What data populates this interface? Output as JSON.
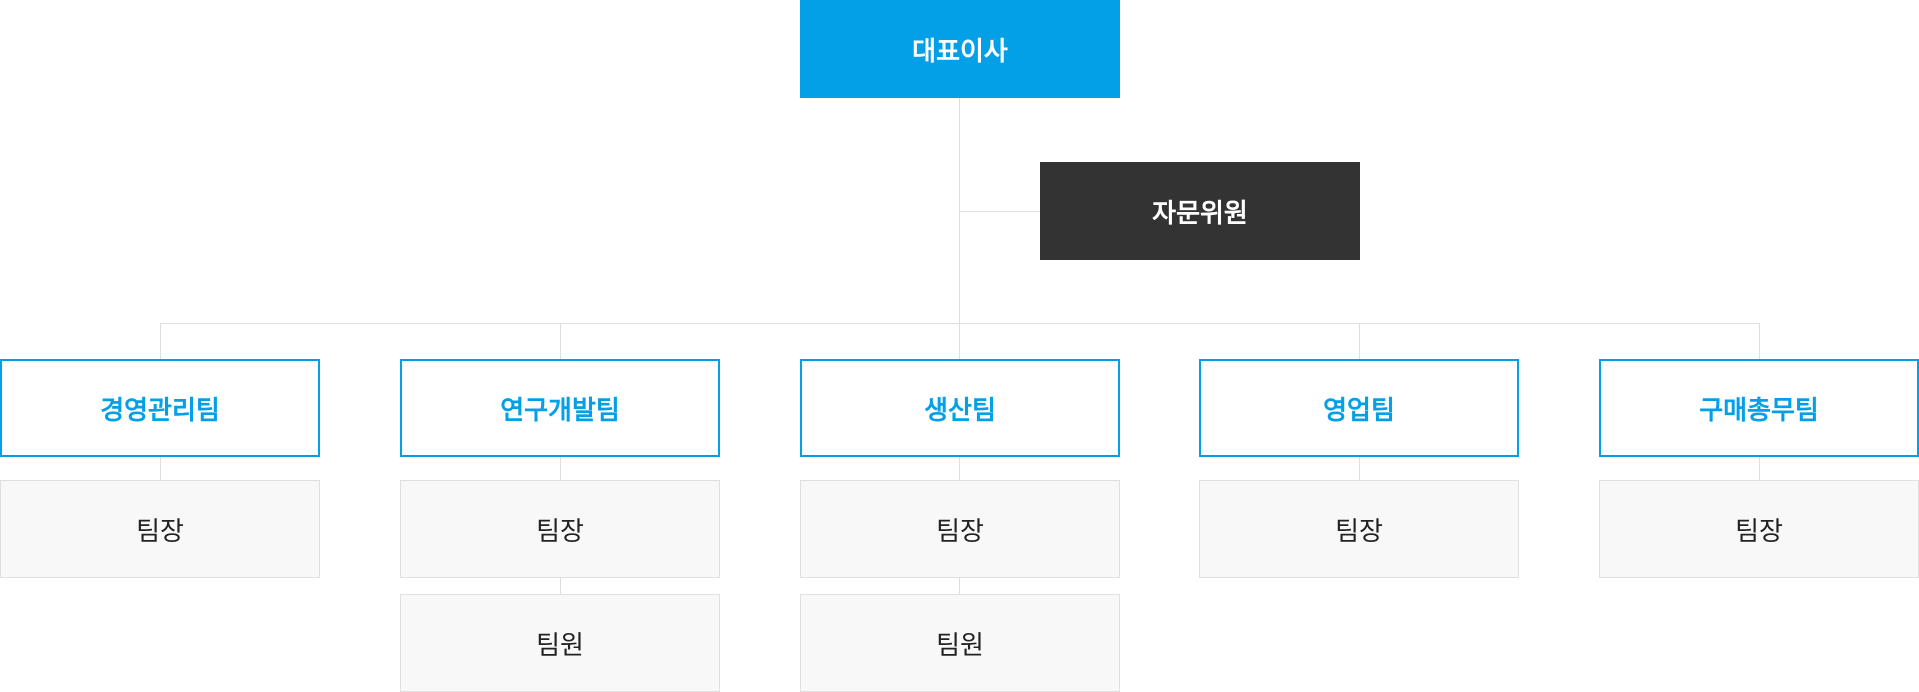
{
  "org": {
    "ceo": "대표이사",
    "advisor": "자문위원",
    "teams": [
      {
        "name": "경영관리팀",
        "roles": [
          "팀장"
        ]
      },
      {
        "name": "연구개발팀",
        "roles": [
          "팀장",
          "팀원"
        ]
      },
      {
        "name": "생산팀",
        "roles": [
          "팀장",
          "팀원"
        ]
      },
      {
        "name": "영업팀",
        "roles": [
          "팀장"
        ]
      },
      {
        "name": "구매총무팀",
        "roles": [
          "팀장"
        ]
      }
    ]
  },
  "colors": {
    "ceo": "#03a0e8",
    "advisor": "#333333",
    "team_border": "#03a0e8",
    "role_background": "#f8f8f8",
    "connector": "#dddddd"
  }
}
